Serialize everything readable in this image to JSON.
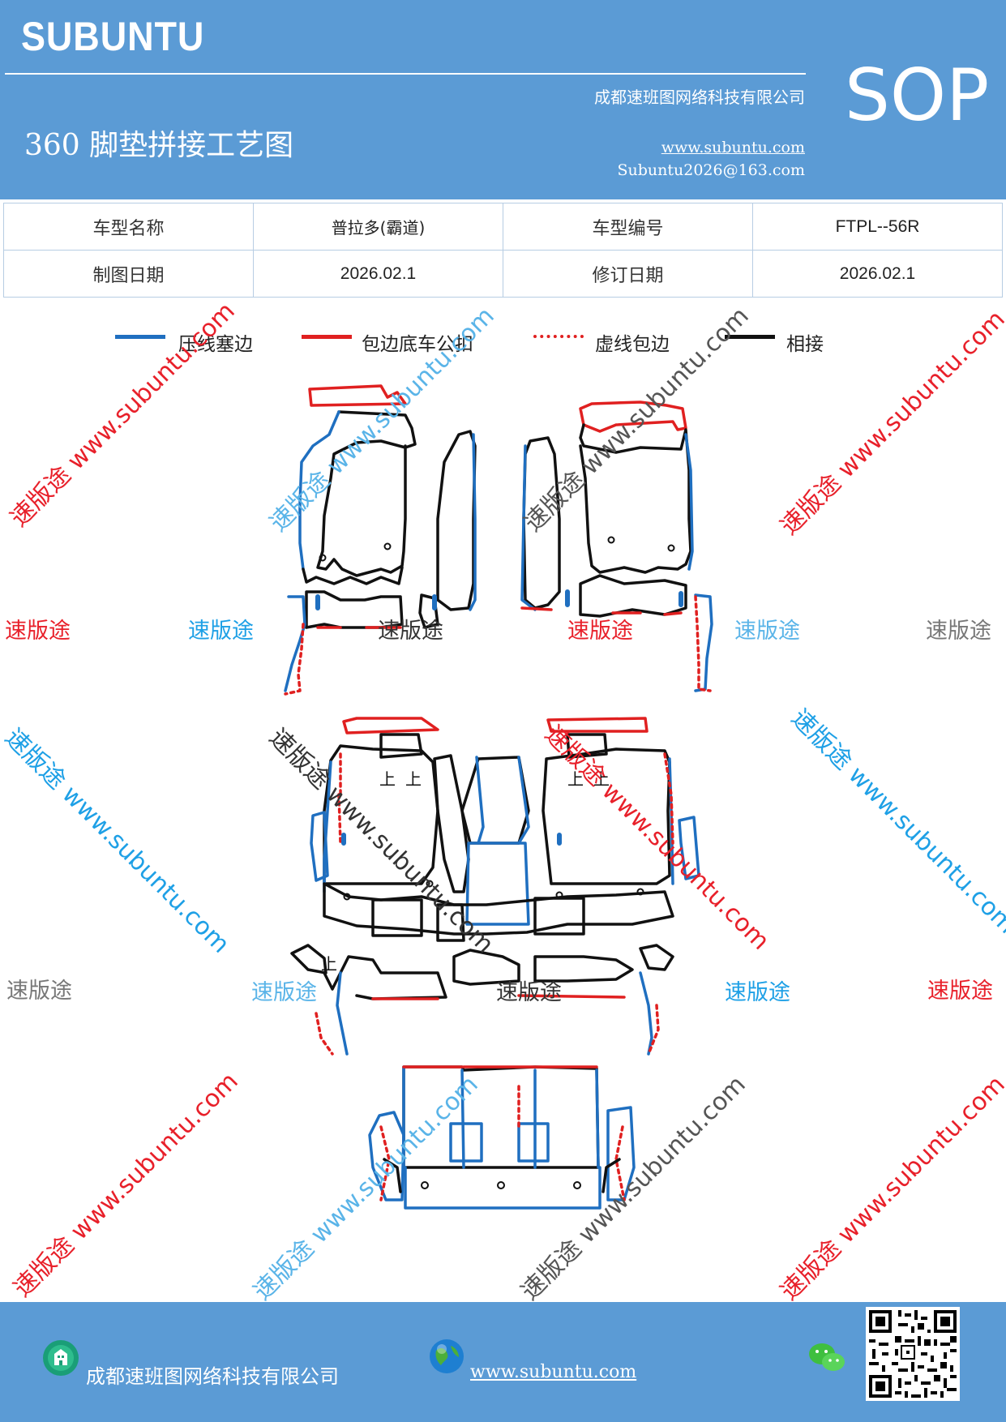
{
  "header": {
    "brand": "SUBUNTU",
    "company": "成都速班图网络科技有限公司",
    "title": "360 脚垫拼接工艺图",
    "url": "www.subuntu.com",
    "email": "Subuntu2026@163.com",
    "badge": "SOP"
  },
  "info_table": {
    "rows": [
      {
        "label1": "车型名称",
        "value1": "普拉多(霸道)",
        "label2": "车型编号",
        "value2": "FTPL--56R"
      },
      {
        "label1": "制图日期",
        "value1": "2026.02.1",
        "label2": "修订日期",
        "value2": "2026.02.1"
      }
    ]
  },
  "legend": {
    "items": [
      {
        "label": "压线塞边",
        "color": "#1f6fc0",
        "style": "solid"
      },
      {
        "label": "包边底车公扣",
        "color": "#e02020",
        "style": "solid"
      },
      {
        "label": "虚线包边",
        "color": "#e02020",
        "style": "dotted"
      },
      {
        "label": "相接",
        "color": "#111111",
        "style": "solid"
      }
    ]
  },
  "diagram": {
    "mark_label": "上"
  },
  "watermarks": {
    "short": "速版途",
    "long": "速版途 www.subuntu.com",
    "colors": {
      "red": "#e8202a",
      "blue": "#1ea0e6",
      "gray": "#777777",
      "light_blue": "#5ab4e8"
    }
  },
  "footer": {
    "company": "成都速班图网络科技有限公司",
    "url": "www.subuntu.com"
  },
  "icons": {
    "company_icon": "building-icon",
    "web_icon": "globe-icon",
    "wechat_icon": "wechat-icon",
    "qr": "qr-code"
  }
}
